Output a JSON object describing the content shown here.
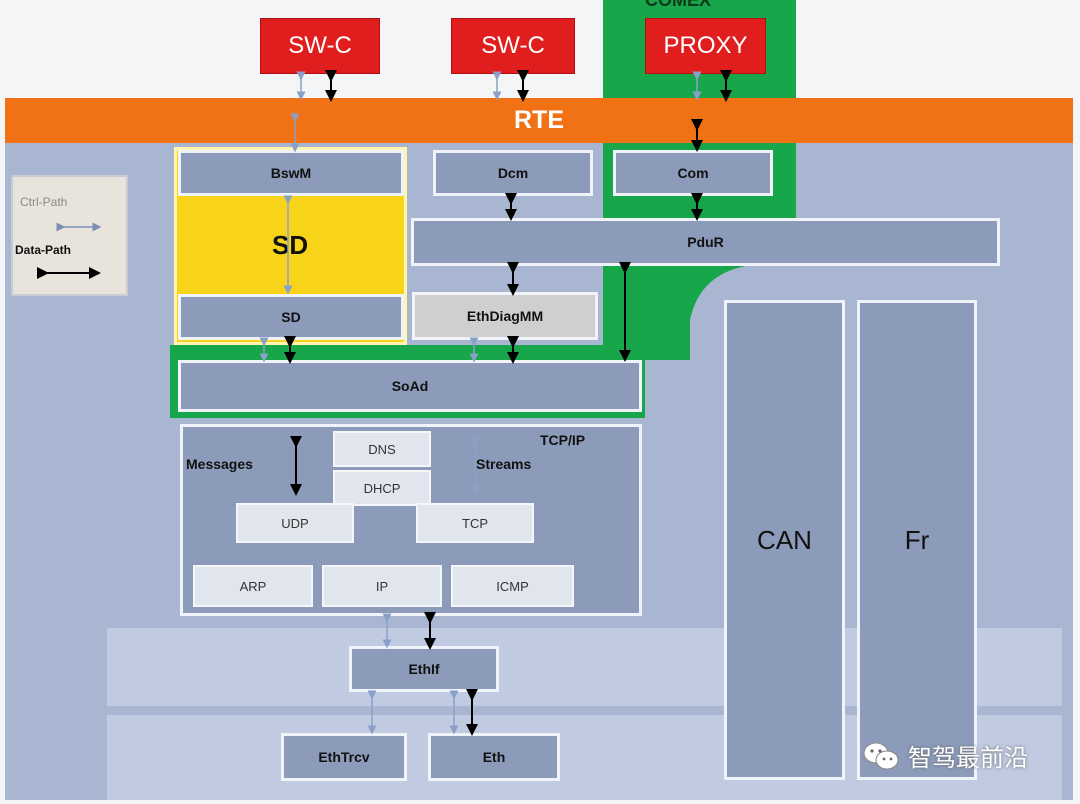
{
  "components": {
    "swc1": "SW-C",
    "swc2": "SW-C",
    "proxy": "PROXY",
    "rte": "RTE",
    "bswm": "BswM",
    "dcm": "Dcm",
    "com": "Com",
    "sd_block": "SD",
    "pdur": "PduR",
    "sd": "SD",
    "ethdiagmm": "EthDiagMM",
    "soad": "SoAd",
    "dns": "DNS",
    "dhcp": "DHCP",
    "udp": "UDP",
    "tcp": "TCP",
    "arp": "ARP",
    "ip": "IP",
    "icmp": "ICMP",
    "ethif": "EthIf",
    "ethtrcv": "EthTrcv",
    "eth": "Eth",
    "can": "CAN",
    "fr": "Fr"
  },
  "labels": {
    "tcpip": "TCP/IP",
    "messages": "Messages",
    "streams": "Streams",
    "top_partial": "COMEX"
  },
  "legend": {
    "ctrl_path": "Ctrl-Path",
    "data_path": "Data-Path"
  },
  "watermark": {
    "text": "智驾最前沿",
    "icon": "wechat-icon"
  },
  "colors": {
    "rte": "#f07214",
    "swc": "#e01e1e",
    "green": "#17a64a",
    "yellow": "#f7d31a",
    "module": "#8b9bb9",
    "background": "#a8b6d2"
  }
}
